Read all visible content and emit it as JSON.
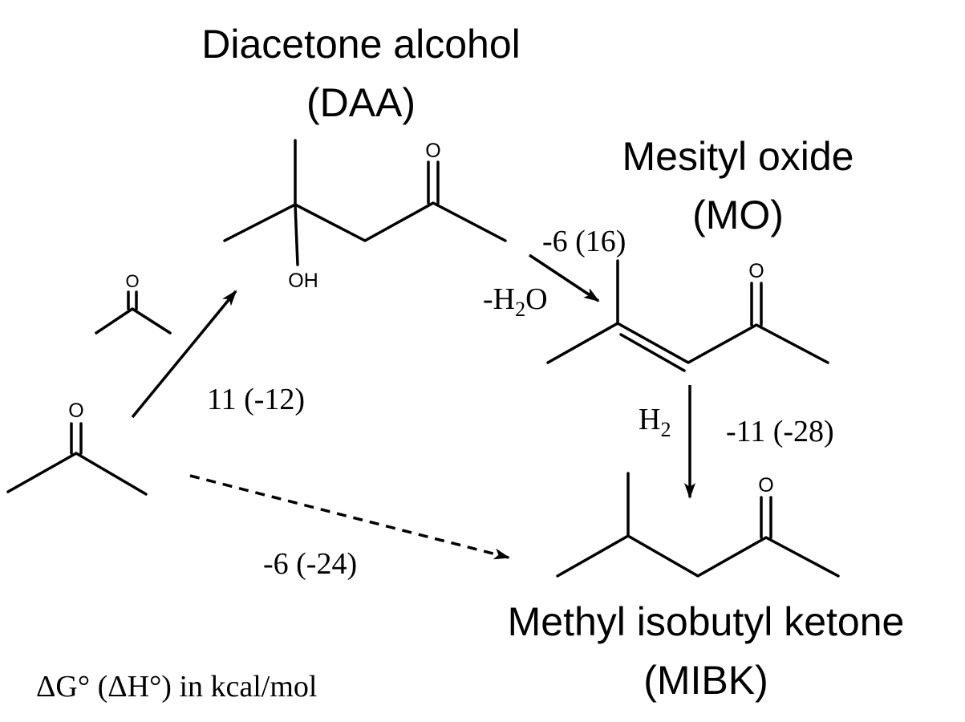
{
  "compounds": {
    "daa": {
      "name": "Diacetone alcohol",
      "abbr": "(DAA)",
      "oh_label": "OH",
      "o_label": "O"
    },
    "mo": {
      "name": "Mesityl oxide",
      "abbr": "(MO)",
      "o_label": "O"
    },
    "mibk": {
      "name": "Methyl isobutyl ketone",
      "abbr": "(MIBK)",
      "o_label": "O"
    },
    "acetone_top": {
      "o_label": "O"
    },
    "acetone_bottom": {
      "o_label": "O"
    }
  },
  "reactions": {
    "aldol": {
      "energy": "11 (-12)"
    },
    "dehydration": {
      "energy": "-6 (16)",
      "reagent_prefix": "-H",
      "reagent_sub": "2",
      "reagent_suffix": "O"
    },
    "hydrogenation": {
      "energy": "-11 (-28)",
      "reagent_main": "H",
      "reagent_sub": "2"
    },
    "direct": {
      "energy": "-6 (-24)"
    }
  },
  "legend": {
    "note": "ΔG° (ΔH°) in kcal/mol"
  }
}
